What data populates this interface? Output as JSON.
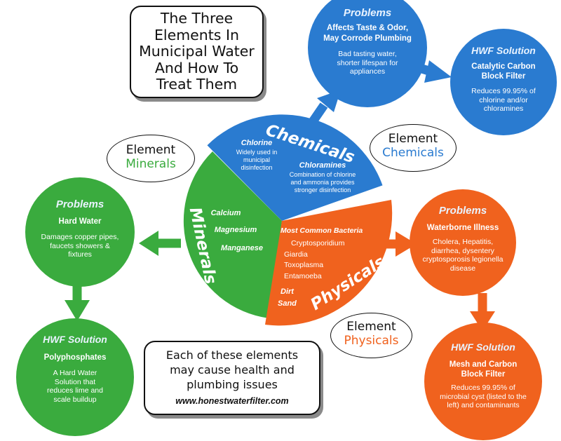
{
  "title": "The Three Elements In Municipal Water And How To Treat Them",
  "footer": {
    "text": "Each of these elements may cause health and plumbing issues",
    "url": "www.honestwaterfilter.com"
  },
  "colors": {
    "chemicals": "#2a7bd0",
    "minerals": "#3aab3e",
    "physicals": "#f0621e"
  },
  "element_labels": {
    "word": "Element",
    "minerals": "Minerals",
    "chemicals": "Chemicals",
    "physicals": "Physicals"
  },
  "wheel": {
    "chemicals": {
      "name": "Chemicals",
      "item1_title": "Chlorine",
      "item1_desc": "Widely used in municipal disinfection",
      "item2_title": "Chloramines",
      "item2_desc": "Combination of chlorine and ammonia provides stronger disinfection"
    },
    "minerals": {
      "name": "Minerals",
      "items": [
        "Calcium",
        "Magnesium",
        "Manganese"
      ]
    },
    "physicals": {
      "name": "Physicals",
      "heading": "Most Common Bacteria",
      "items": [
        "Cryptosporidium",
        "Giardia",
        "Toxoplasma",
        "Entamoeba"
      ],
      "extra": [
        "Dirt",
        "Sand"
      ]
    }
  },
  "chemicals_problem": {
    "title": "Problems",
    "headline": "Affects Taste & Odor, May Corrode Plumbing",
    "detail": "Bad tasting water, shorter lifespan for appliances"
  },
  "chemicals_solution": {
    "title": "HWF Solution",
    "headline": "Catalytic Carbon Block Filter",
    "detail": "Reduces 99.95% of chlorine and/or chloramines"
  },
  "minerals_problem": {
    "title": "Problems",
    "headline": "Hard Water",
    "detail": "Damages copper pipes, faucets showers & fixtures"
  },
  "minerals_solution": {
    "title": "HWF Solution",
    "headline": "Polyphosphates",
    "detail": "A Hard Water Solution that reduces lime and scale buildup"
  },
  "physicals_problem": {
    "title": "Problems",
    "headline": "Waterborne Illness",
    "detail": "Cholera, Hepatitis, diarrhea, dysentery cryptosporosis legionella disease"
  },
  "physicals_solution": {
    "title": "HWF Solution",
    "headline": "Mesh and Carbon Block Filter",
    "detail": "Reduces 99.95% of microbial cyst (listed to the left) and contaminants"
  }
}
